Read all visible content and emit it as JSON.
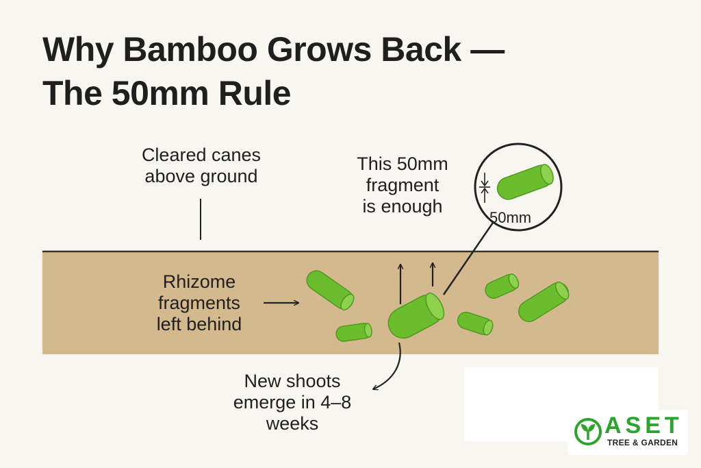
{
  "title": {
    "line1": "Why Bamboo Grows Back —",
    "line2": "The 50mm Rule"
  },
  "labels": {
    "cleared": [
      "Cleared canes",
      "above ground"
    ],
    "fragment": [
      "This 50mm",
      "fragment",
      "is enough"
    ],
    "rhizome": [
      "Rhizome",
      "fragments",
      "left behind"
    ],
    "shoots": [
      "New shoots",
      "emerge in 4–8",
      "weeks"
    ],
    "measure": "50mm"
  },
  "logo": {
    "name": "ASET",
    "tagline": "TREE & GARDEN",
    "icon": "sprout-icon"
  },
  "colors": {
    "background": "#f8f6f0",
    "soil": "#d4b98e",
    "rhizome": "#6bbd2e",
    "brand": "#2aa42a"
  }
}
